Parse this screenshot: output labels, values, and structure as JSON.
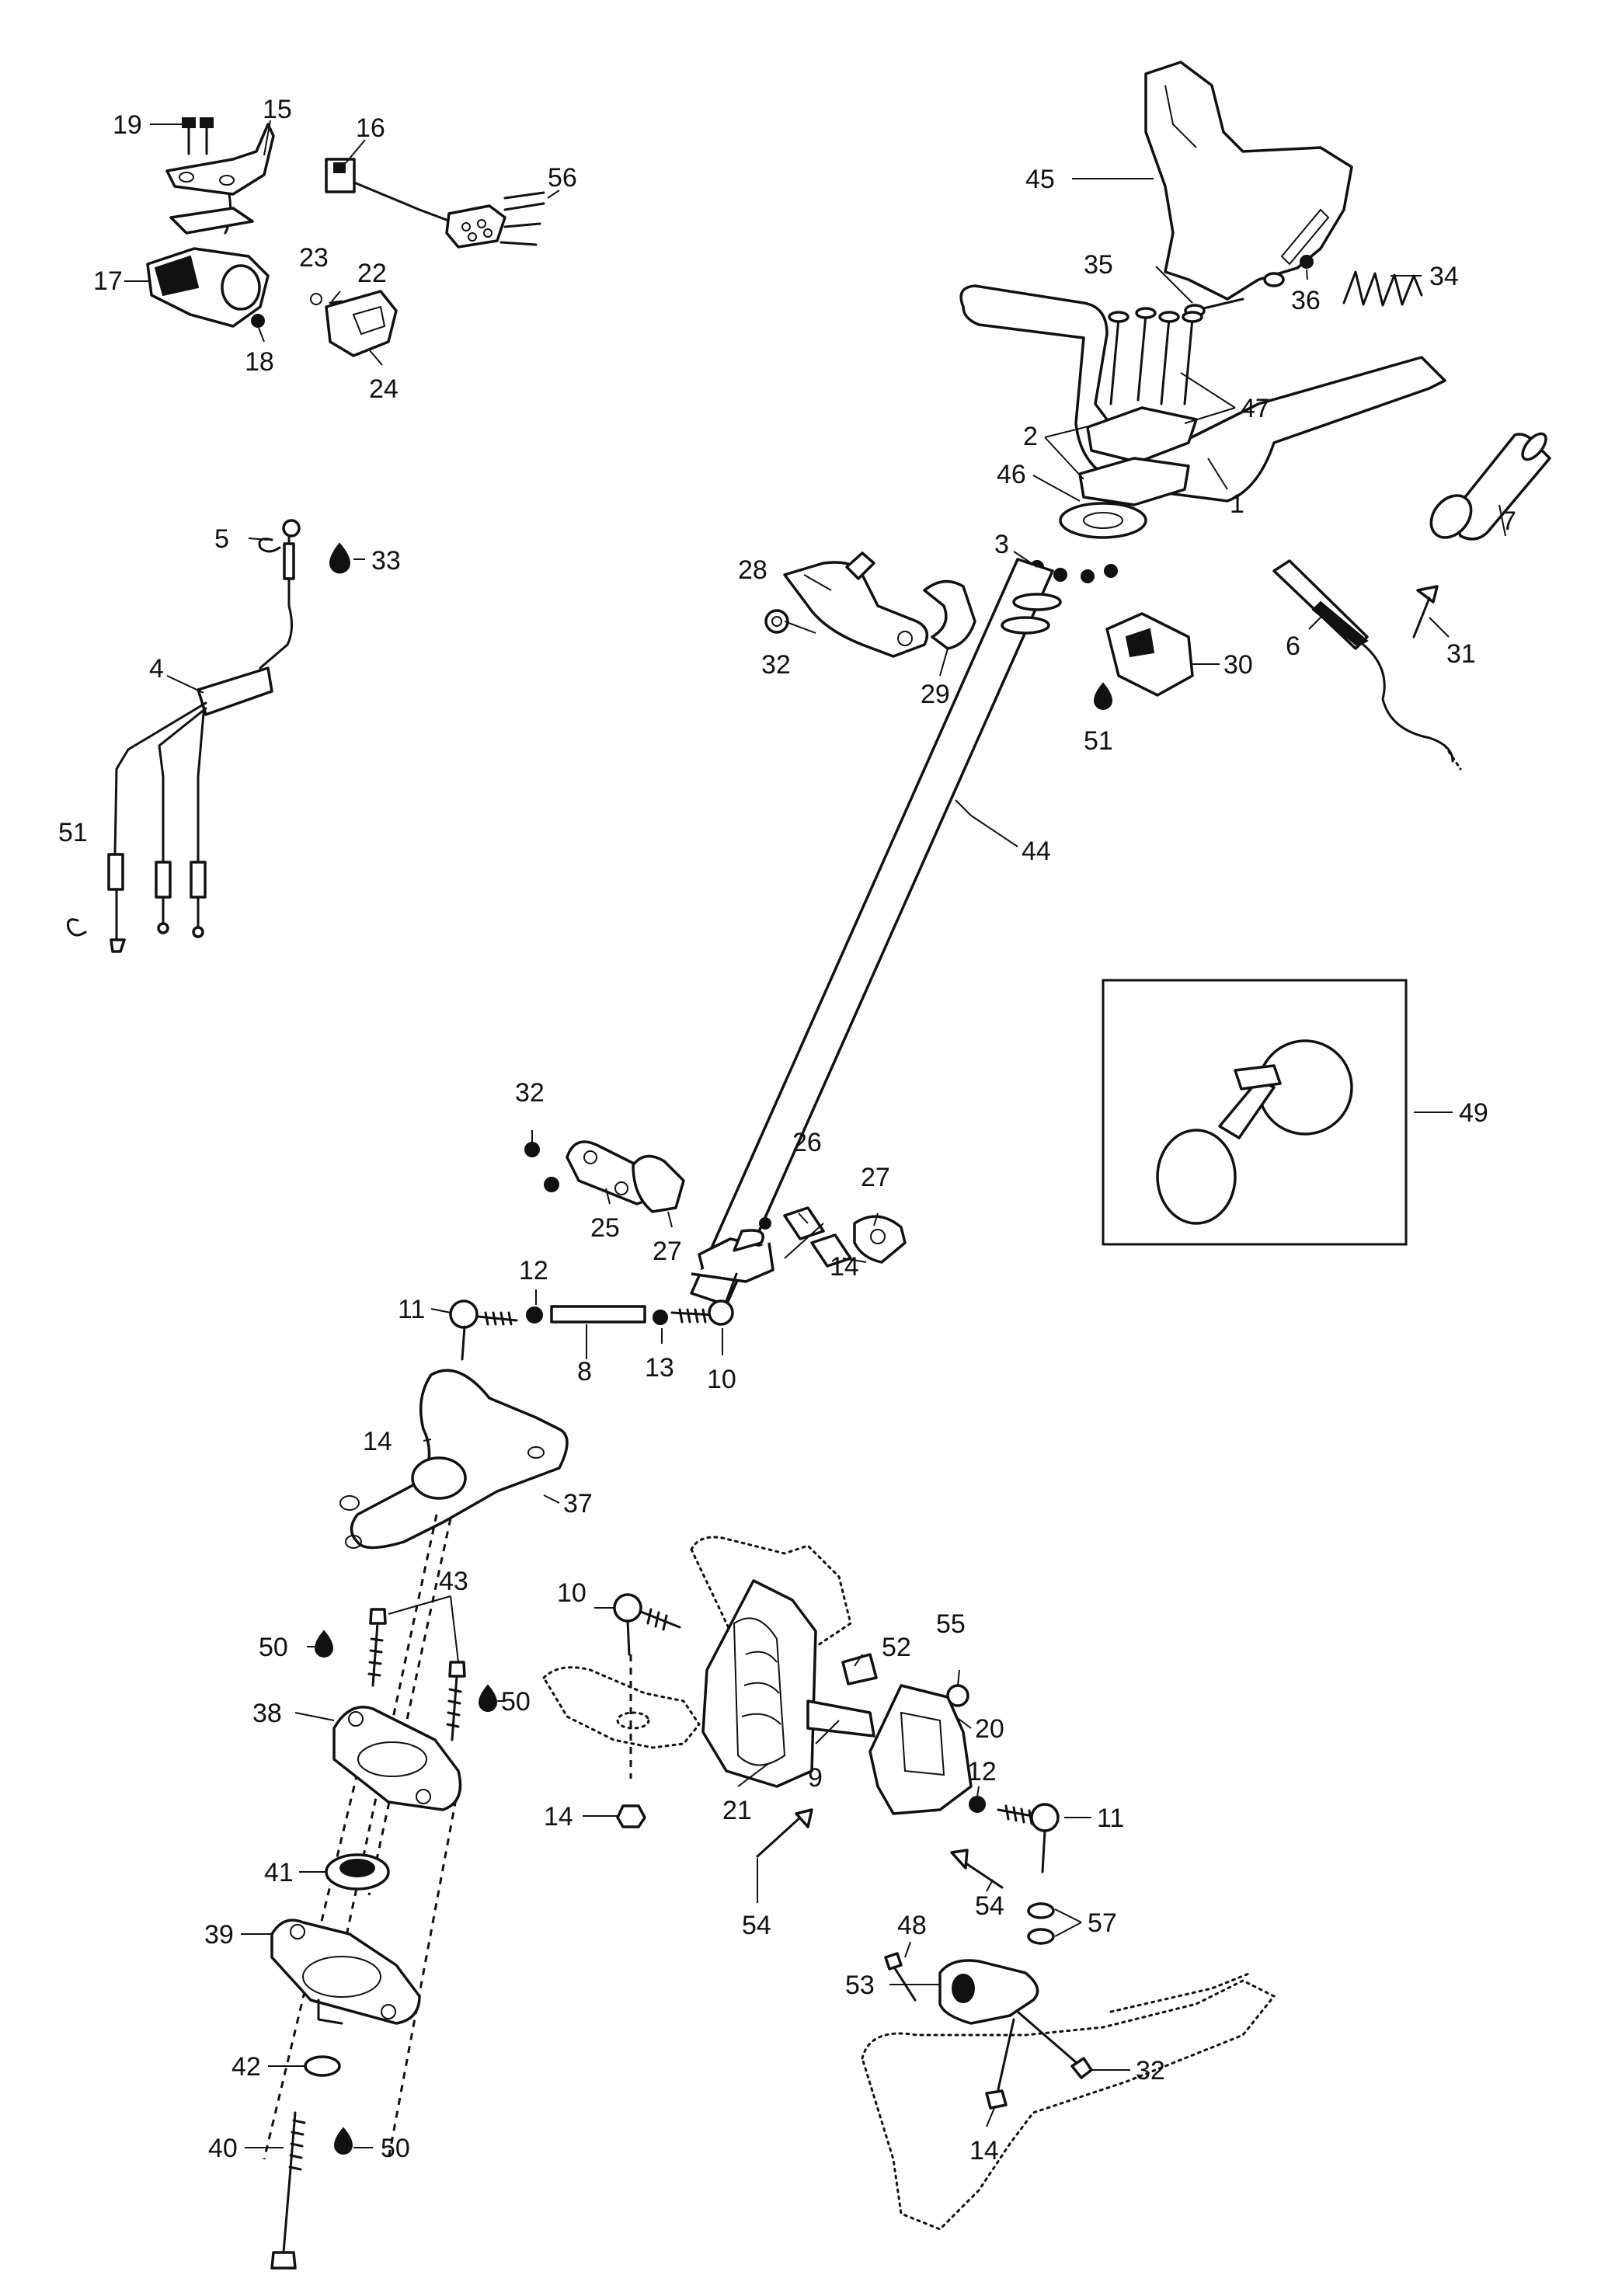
{
  "callouts": [
    {
      "id": "c19",
      "text": "19"
    },
    {
      "id": "c15",
      "text": "15"
    },
    {
      "id": "c16",
      "text": "16"
    },
    {
      "id": "c56",
      "text": "56"
    },
    {
      "id": "c17",
      "text": "17"
    },
    {
      "id": "c23",
      "text": "23"
    },
    {
      "id": "c22",
      "text": "22"
    },
    {
      "id": "c18",
      "text": "18"
    },
    {
      "id": "c24",
      "text": "24"
    },
    {
      "id": "c45",
      "text": "45"
    },
    {
      "id": "c35",
      "text": "35"
    },
    {
      "id": "c36",
      "text": "36"
    },
    {
      "id": "c34",
      "text": "34"
    },
    {
      "id": "c47",
      "text": "47"
    },
    {
      "id": "c2",
      "text": "2"
    },
    {
      "id": "c46",
      "text": "46"
    },
    {
      "id": "c1",
      "text": "1"
    },
    {
      "id": "c7",
      "text": "7"
    },
    {
      "id": "c5",
      "text": "5"
    },
    {
      "id": "c33",
      "text": "33"
    },
    {
      "id": "c3",
      "text": "3"
    },
    {
      "id": "c28",
      "text": "28"
    },
    {
      "id": "c32a",
      "text": "32"
    },
    {
      "id": "c29",
      "text": "29"
    },
    {
      "id": "c30",
      "text": "30"
    },
    {
      "id": "c6",
      "text": "6"
    },
    {
      "id": "c31",
      "text": "31"
    },
    {
      "id": "c51a",
      "text": "51"
    },
    {
      "id": "c4",
      "text": "4"
    },
    {
      "id": "c44",
      "text": "44"
    },
    {
      "id": "c51b",
      "text": "51"
    },
    {
      "id": "c49",
      "text": "49"
    },
    {
      "id": "c32b",
      "text": "32"
    },
    {
      "id": "c26",
      "text": "26"
    },
    {
      "id": "c27a",
      "text": "27"
    },
    {
      "id": "c25",
      "text": "25"
    },
    {
      "id": "c27b",
      "text": "27"
    },
    {
      "id": "c14a",
      "text": "14"
    },
    {
      "id": "c12a",
      "text": "12"
    },
    {
      "id": "c11a",
      "text": "11"
    },
    {
      "id": "c8",
      "text": "8"
    },
    {
      "id": "c13",
      "text": "13"
    },
    {
      "id": "c10a",
      "text": "10"
    },
    {
      "id": "c14b",
      "text": "14"
    },
    {
      "id": "c37",
      "text": "37"
    },
    {
      "id": "c43",
      "text": "43"
    },
    {
      "id": "c50a",
      "text": "50"
    },
    {
      "id": "c10b",
      "text": "10"
    },
    {
      "id": "c52",
      "text": "52"
    },
    {
      "id": "c55",
      "text": "55"
    },
    {
      "id": "c38",
      "text": "38"
    },
    {
      "id": "c50b",
      "text": "50"
    },
    {
      "id": "c20",
      "text": "20"
    },
    {
      "id": "c9",
      "text": "9"
    },
    {
      "id": "c14c",
      "text": "14"
    },
    {
      "id": "c21",
      "text": "21"
    },
    {
      "id": "c12b",
      "text": "12"
    },
    {
      "id": "c11b",
      "text": "11"
    },
    {
      "id": "c41",
      "text": "41"
    },
    {
      "id": "c54a",
      "text": "54"
    },
    {
      "id": "c54b",
      "text": "54"
    },
    {
      "id": "c57",
      "text": "57"
    },
    {
      "id": "c39",
      "text": "39"
    },
    {
      "id": "c48",
      "text": "48"
    },
    {
      "id": "c53",
      "text": "53"
    },
    {
      "id": "c42",
      "text": "42"
    },
    {
      "id": "c32c",
      "text": "32"
    },
    {
      "id": "c40",
      "text": "40"
    },
    {
      "id": "c50c",
      "text": "50"
    },
    {
      "id": "c14d",
      "text": "14"
    }
  ]
}
